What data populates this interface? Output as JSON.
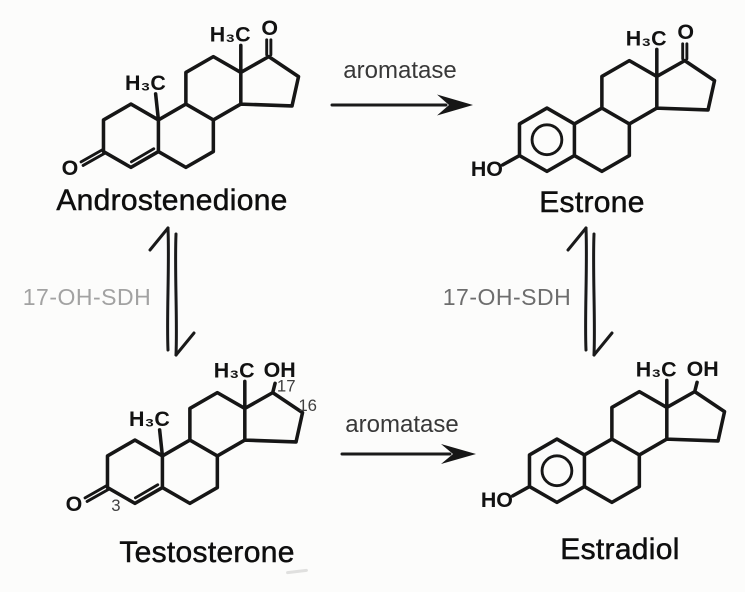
{
  "canvas": {
    "background": "#fcfcfb",
    "ink": "#161616"
  },
  "molecules": {
    "androstenedione": {
      "name": "Androstenedione",
      "atom_labels": {
        "methyl_c18": "H₃C",
        "methyl_c19": "H₃C",
        "keto_c17": "O",
        "keto_c3": "O"
      }
    },
    "estrone": {
      "name": "Estrone",
      "atom_labels": {
        "methyl_c18": "H₃C",
        "keto_c17": "O",
        "hydroxyl_c3": "HO"
      }
    },
    "testosterone": {
      "name": "Testosterone",
      "atom_labels": {
        "methyl_c18": "H₃C",
        "methyl_c19": "H₃C",
        "hydroxyl_c17": "OH",
        "keto_c3": "O"
      },
      "carbon_numbers": {
        "c17": "17",
        "c16": "16",
        "c3": "3"
      }
    },
    "estradiol": {
      "name": "Estradiol",
      "atom_labels": {
        "methyl_c18": "H₃C",
        "hydroxyl_c17": "OH",
        "hydroxyl_c3": "HO"
      }
    }
  },
  "reactions": {
    "aromatase_top": {
      "label": "aromatase",
      "type": "forward-arrow"
    },
    "aromatase_bottom": {
      "label": "aromatase",
      "type": "forward-arrow"
    },
    "sdh_left": {
      "label": "17-OH-SDH",
      "type": "reversible-arrows",
      "label_color": "#a2a2a2"
    },
    "sdh_right": {
      "label": "17-OH-SDH",
      "type": "reversible-arrows",
      "label_color": "#6d6d6d"
    }
  }
}
